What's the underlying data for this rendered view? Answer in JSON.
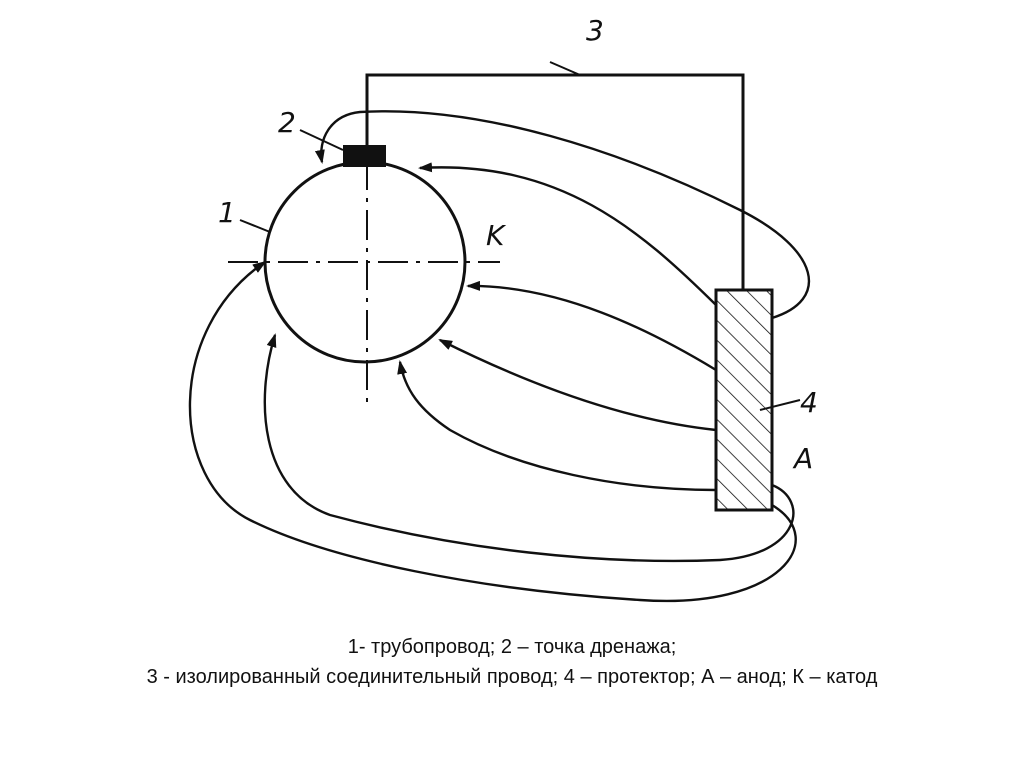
{
  "diagram": {
    "labels": {
      "pipe": "1",
      "drain": "2",
      "wire": "3",
      "protector": "4",
      "anode": "A",
      "cathode": "K"
    }
  },
  "caption": {
    "line1": "1- трубопровод; 2 – точка дренажа;",
    "line2": "3 - изолированный соединительный провод; 4 – протектор; А – анод; К – катод"
  }
}
